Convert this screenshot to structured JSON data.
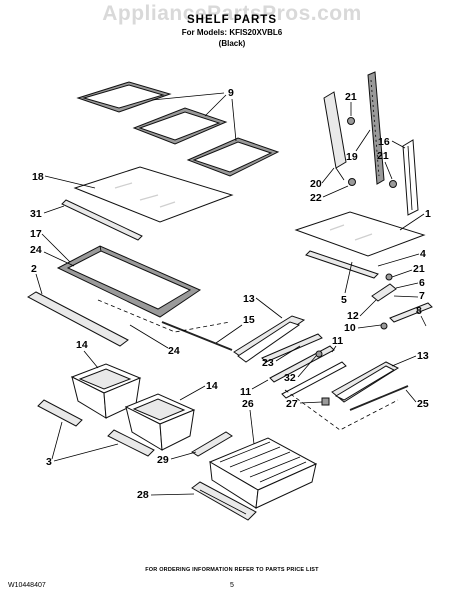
{
  "header": {
    "watermark": "AppliancePartsPros.com",
    "title": "SHELF PARTS",
    "models_line": "For Models: KFIS20XVBL6",
    "color_line": "(Black)"
  },
  "footer": {
    "ordering_note": "FOR ORDERING INFORMATION REFER TO PARTS PRICE LIST",
    "document_number": "W10448407",
    "page_number": "5"
  },
  "callouts": {
    "c9": "9",
    "c21a": "21",
    "c19": "19",
    "c20": "20",
    "c22": "22",
    "c16": "16",
    "c21b": "21",
    "c18": "18",
    "c31": "31",
    "c17": "17",
    "c24a": "24",
    "c2": "2",
    "c1": "1",
    "c4": "4",
    "c21c": "21",
    "c6": "6",
    "c7": "7",
    "c5": "5",
    "c13a": "13",
    "c15": "15",
    "c12": "12",
    "c8": "8",
    "c10": "10",
    "c11a": "11",
    "c13b": "13",
    "c23": "23",
    "c24b": "24",
    "c32": "32",
    "c14a": "14",
    "c14b": "14",
    "c11b": "11",
    "c27": "27",
    "c25": "25",
    "c26": "26",
    "c3": "3",
    "c29": "29",
    "c28": "28"
  }
}
